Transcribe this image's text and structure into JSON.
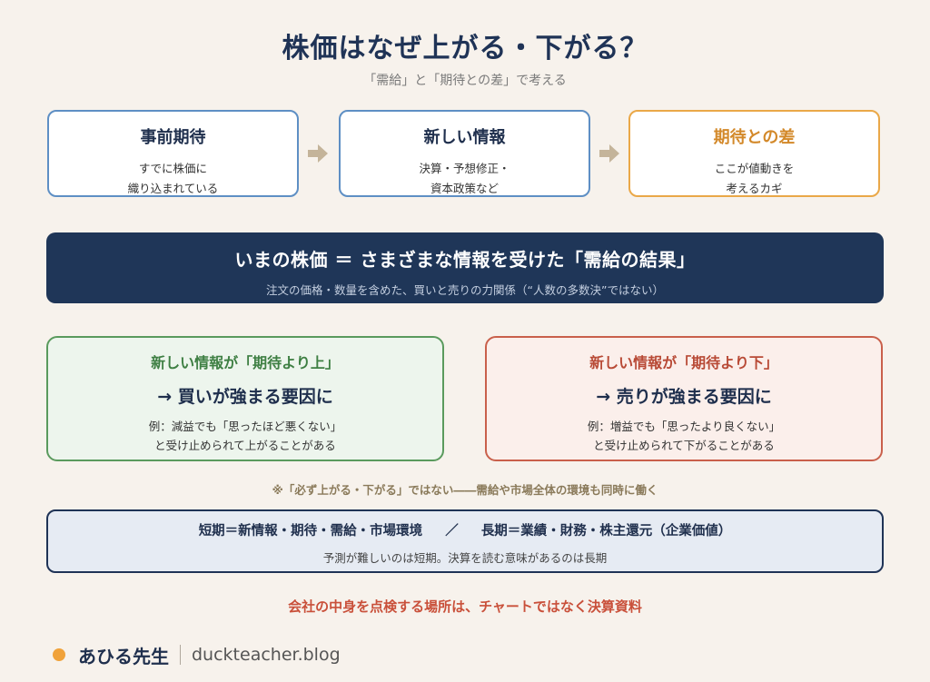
{
  "header": {
    "title": "株価はなぜ上がる・下がる？",
    "subtitle": "「需給」と「期待との差」で考える"
  },
  "flow": [
    {
      "title": "事前期待",
      "desc1": "すでに株価に",
      "desc2": "織り込まれている"
    },
    {
      "title": "新しい情報",
      "desc1": "決算・予想修正・",
      "desc2": "資本政策など"
    },
    {
      "title": "期待との差",
      "desc1": "ここが値動きを",
      "desc2": "考えるカギ"
    }
  ],
  "banner": {
    "main": "いまの株価 ＝ さまざまな情報を受けた「需給の結果」",
    "sub": "注文の価格・数量を含めた、買いと売りの力関係（“人数の多数決”ではない）"
  },
  "up_case": {
    "head": "新しい情報が「期待より上」",
    "main": "→ 買いが強まる要因に",
    "ex1": "例：減益でも「思ったほど悪くない」",
    "ex2": "と受け止められて上がることがある"
  },
  "down_case": {
    "head": "新しい情報が「期待より下」",
    "main": "→ 売りが強まる要因に",
    "ex1": "例：増益でも「思ったより良くない」",
    "ex2": "と受け止められて下がることがある"
  },
  "note": "※「必ず上がる・下がる」ではない――需給や市場全体の環境も同時に働く",
  "terms": {
    "short": "短期＝新情報・期待・需給・市場環境",
    "sep": "／",
    "long": "長期＝業績・財務・株主還元（企業価値）",
    "sub": "予測が難しいのは短期。決算を読む意味があるのは長期"
  },
  "bottom_message": "会社の中身を点検する場所は、チャートではなく決算資料",
  "brand": {
    "name": "あひる先生",
    "site": "duckteacher.blog"
  }
}
